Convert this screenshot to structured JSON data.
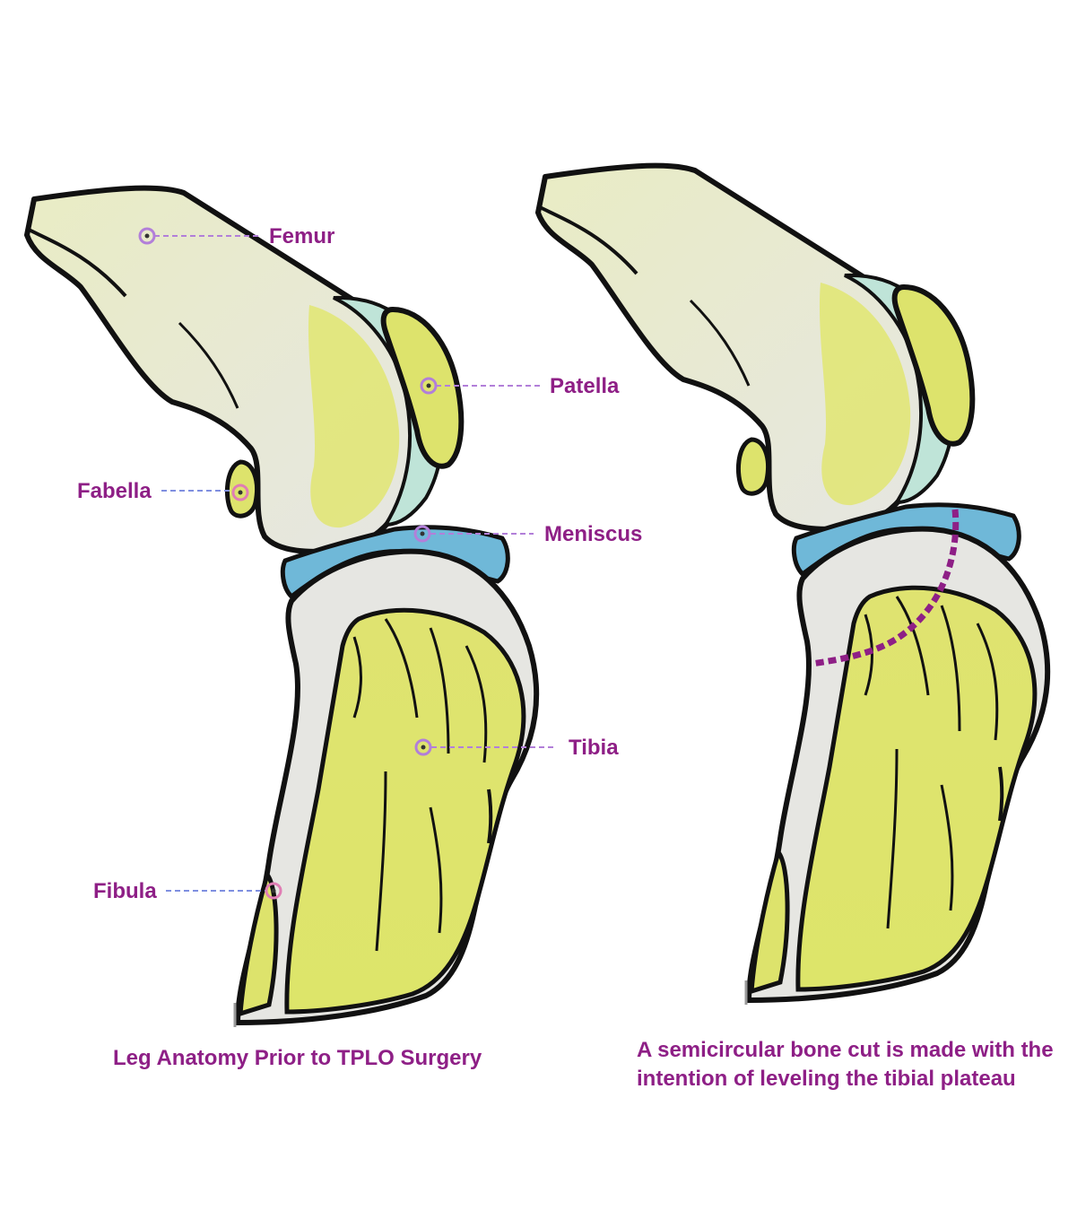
{
  "colors": {
    "accent": "#8e1f86",
    "bone_yellow": "#dde36c",
    "bone_gray": "#e6e6e4",
    "cartilage_teal": "#bfe4d8",
    "meniscus_blue": "#6fb8d8",
    "outline": "#111111",
    "leader_purple": "#b27fd9",
    "leader_blue": "#7f8fe0",
    "marker_pink": "#e07db4"
  },
  "labels": {
    "femur": "Femur",
    "patella": "Patella",
    "fabella": "Fabella",
    "meniscus": "Meniscus",
    "tibia": "Tibia",
    "fibula": "Fibula"
  },
  "captions": {
    "left": "Leg Anatomy Prior to TPLO Surgery",
    "right": "A semicircular bone cut is made with the intention of leveling the tibial plateau"
  }
}
